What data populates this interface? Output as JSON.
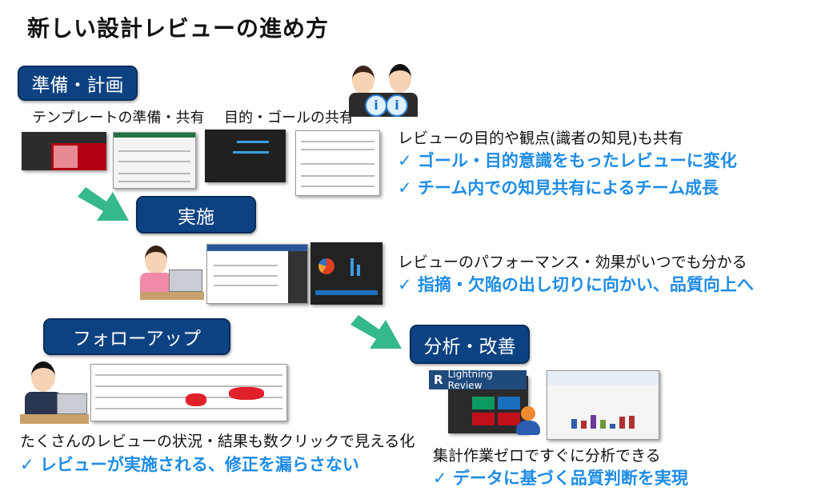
{
  "title": "新しい設計レビューの進め方",
  "colors": {
    "badge": "#0d4282",
    "accent_blue": "#1e8ce6",
    "arrow_green": "#35b88a"
  },
  "plan": {
    "badge": "準備・計画",
    "caption_template": "テンプレートの準備・共有",
    "caption_goal": "目的・ゴールの共有",
    "desc": "レビューの目的や観点(識者の知見)も共有",
    "checks": [
      "✓ ゴール・目的意識をもったレビューに変化",
      "✓ チーム内での知見共有によるチーム成長"
    ]
  },
  "execute": {
    "badge": "実施",
    "desc": "レビューのパフォーマンス・効果がいつでも分かる",
    "checks": [
      "✓ 指摘・欠陥の出し切りに向かい、品質向上へ"
    ]
  },
  "followup": {
    "badge": "フォローアップ",
    "desc": "たくさんのレビューの状況・結果も数クリックで見える化",
    "checks": [
      "✓ レビューが実施される、修正を漏らさない"
    ]
  },
  "analyze": {
    "badge": "分析・改善",
    "product_logo": "Lightning Review",
    "desc": "集計作業ゼロですぐに分析できる",
    "checks": [
      "✓ データに基づく品質判断を実現"
    ]
  }
}
